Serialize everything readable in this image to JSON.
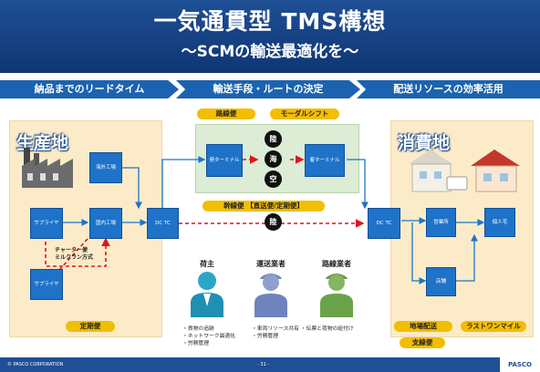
{
  "header": {
    "title": "一気通貫型 TMS構想",
    "subtitle": "～SCMの輸送最適化を～"
  },
  "phases": [
    "納品までのリードタイム",
    "輸送手段・ルートの決定",
    "配送リソースの効率活用"
  ],
  "zones": {
    "production": "生産地",
    "consumption": "消費地"
  },
  "nodes": {
    "overseas_factory": "海外工場",
    "domestic_factory": "国内工場",
    "supplier_a": "サプライヤ",
    "supplier_b": "サプライヤ",
    "dc_tc_left": "DC TC",
    "origin_terminal": "発ターミナル",
    "dest_terminal": "着ターミナル",
    "dc_tc_right": "DC TC",
    "sales_office": "営業所",
    "individual_home": "個人宅",
    "store": "店舗"
  },
  "modes": {
    "land": "陸",
    "sea": "海",
    "air": "空",
    "land2": "陸"
  },
  "tags": {
    "route_service": "路線便",
    "modal_shift": "モーダルシフト",
    "trunk_line": "幹線便 【直送便/定期便】",
    "scheduled": "定期便",
    "local_delivery": "地場配送",
    "last_one_mile": "ラストワンマイル",
    "branch_line": "支線便"
  },
  "charter_note": "チャーター便\nミルクラン方式",
  "people": {
    "shipper": "荷主",
    "carrier": "運送業者",
    "route_carrier": "路線業者"
  },
  "bullets": {
    "col1": [
      "・貨物の追跡",
      "・ネットワーク最適化",
      "・労務管理"
    ],
    "col2": [
      "・車両リソース共有 ・伝票と荷物の紐付け",
      "・労務管理"
    ]
  },
  "footer": {
    "company": "© PASCO CORPORATION",
    "page": "- 31 -",
    "logo": "PASCO"
  },
  "colors": {
    "header": "#1f4f95",
    "chevron": "#1b63b0",
    "node": "#1e73c8",
    "tag": "#f2be00",
    "zone": "#fcebc8",
    "route": "#e0141e"
  }
}
